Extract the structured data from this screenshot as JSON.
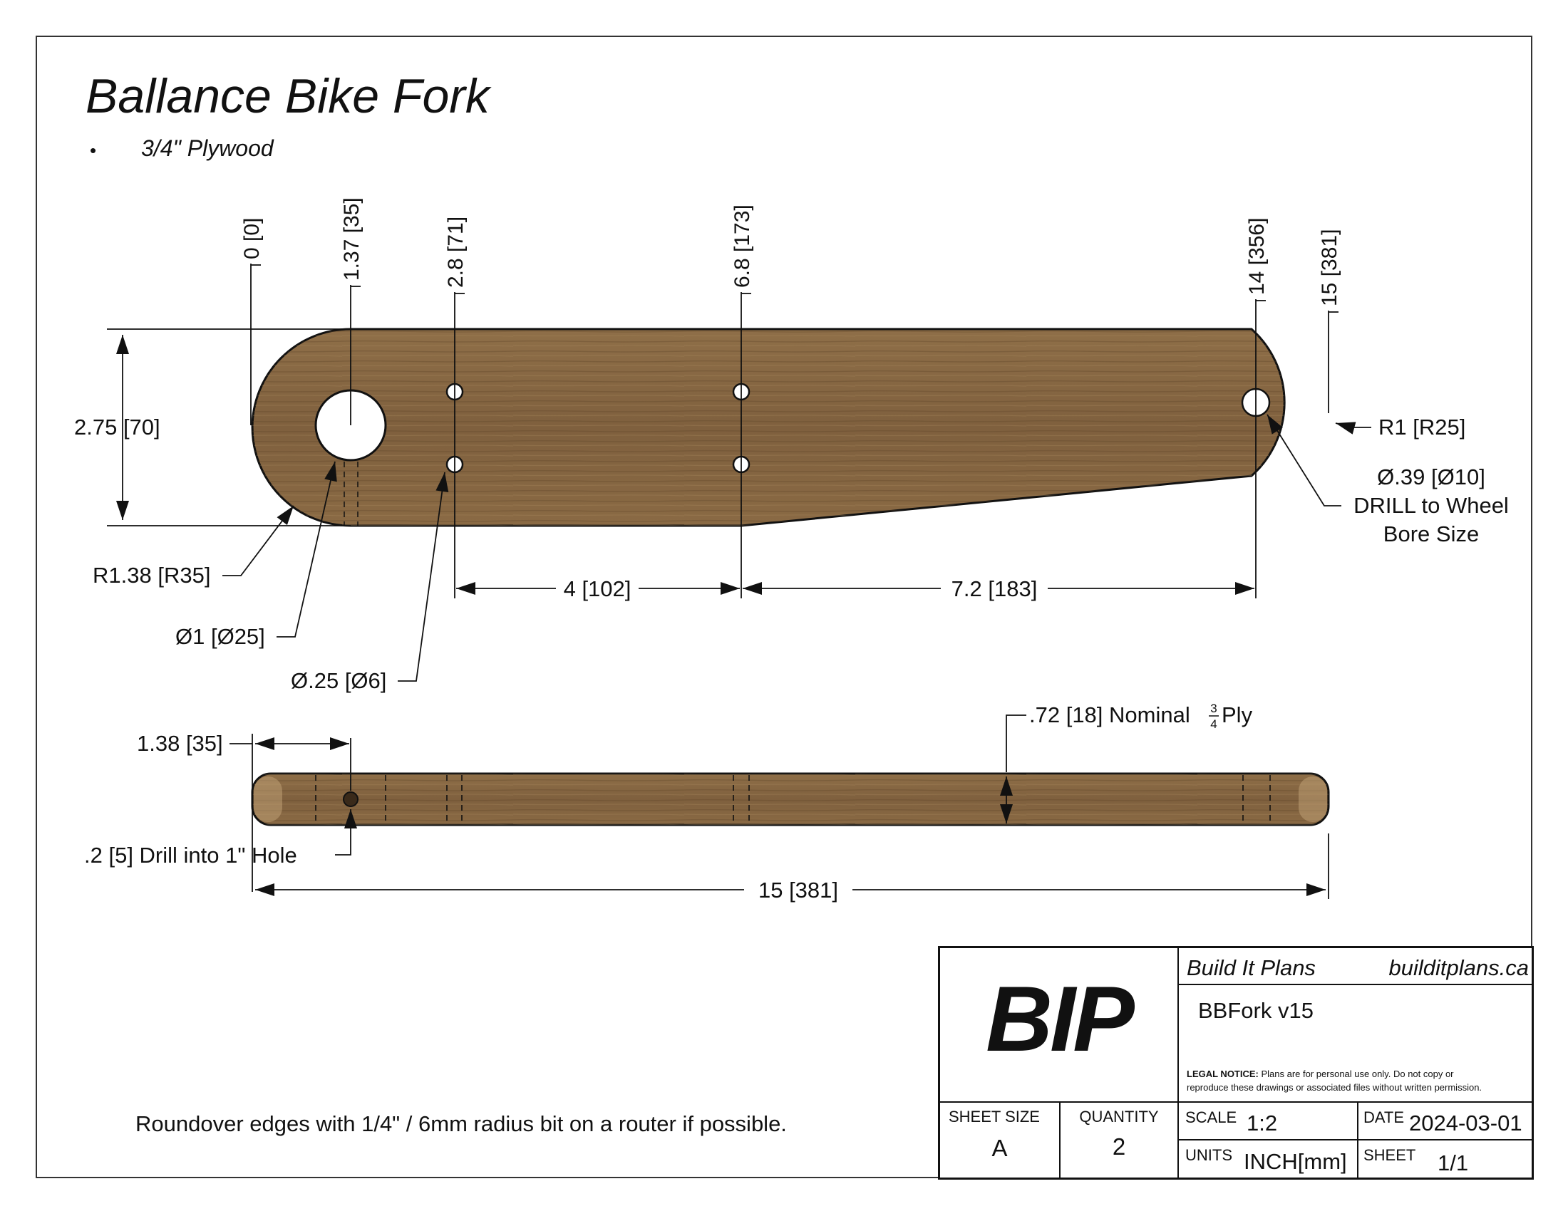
{
  "title": "Ballance Bike Fork",
  "material_bullet": "3/4\" Plywood",
  "top_view": {
    "position_dims": [
      "0 [0]",
      "1.37 [35]",
      "2.8 [71]",
      "6.8 [173]",
      "14 [356]",
      "15 [381]"
    ],
    "height_dim": "2.75 [70]",
    "radius_left": "R1.38 [R35]",
    "radius_right": "R1 [R25]",
    "large_hole": "Ø1 [Ø25]",
    "small_holes": "Ø.25 [Ø6]",
    "wheel_hole_line1": "Ø.39 [Ø10]",
    "wheel_hole_line2": "DRILL to Wheel",
    "wheel_hole_line3": "Bore Size",
    "span_1": "4 [102]",
    "span_2": "7.2 [183]"
  },
  "side_view": {
    "offset_dim": "1.38 [35]",
    "thickness_prefix": ".72 [18] Nominal ",
    "thickness_frac_num": "3",
    "thickness_frac_den": "4",
    "thickness_suffix": " Ply",
    "drill_note": ".2 [5] Drill into 1\" Hole",
    "length_dim": "15 [381]"
  },
  "note": "Roundover edges with 1/4\" / 6mm radius bit on a router if possible.",
  "title_block": {
    "logo": "BIP",
    "company": "Build It Plans",
    "website": "builditplans.ca",
    "drawing_name": "BBFork v15",
    "legal_label": "LEGAL NOTICE:",
    "legal_text_1": " Plans are for personal use only. Do not copy or",
    "legal_text_2": "reproduce these drawings or associated files without written permission.",
    "sheet_size_label": "SHEET SIZE",
    "sheet_size": "A",
    "quantity_label": "QUANTITY",
    "quantity": "2",
    "scale_label": "SCALE",
    "scale": "1:2",
    "date_label": "DATE",
    "date": "2024-03-01",
    "units_label": "UNITS",
    "units": "INCH[mm]",
    "sheet_label": "SHEET",
    "sheet": "1/1"
  },
  "colors": {
    "wood": "#8a6a45",
    "wood_dark": "#6e5234",
    "line": "#111111"
  }
}
